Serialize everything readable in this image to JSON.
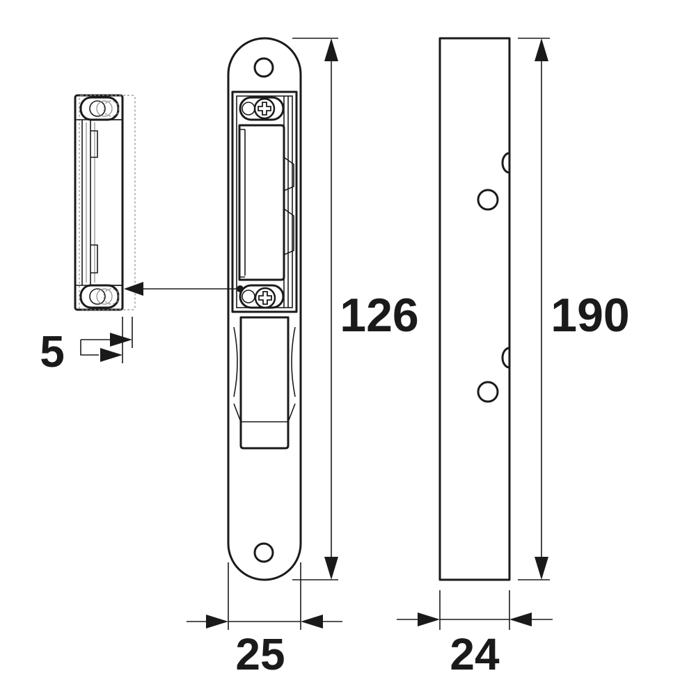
{
  "dimensions": {
    "offset": "5",
    "faceplate_length": "126",
    "housing_length": "190",
    "faceplate_width": "25",
    "housing_width": "24"
  },
  "colors": {
    "line": "#1a1a1a",
    "faint": "#8a8a8a",
    "background": "#ffffff"
  }
}
